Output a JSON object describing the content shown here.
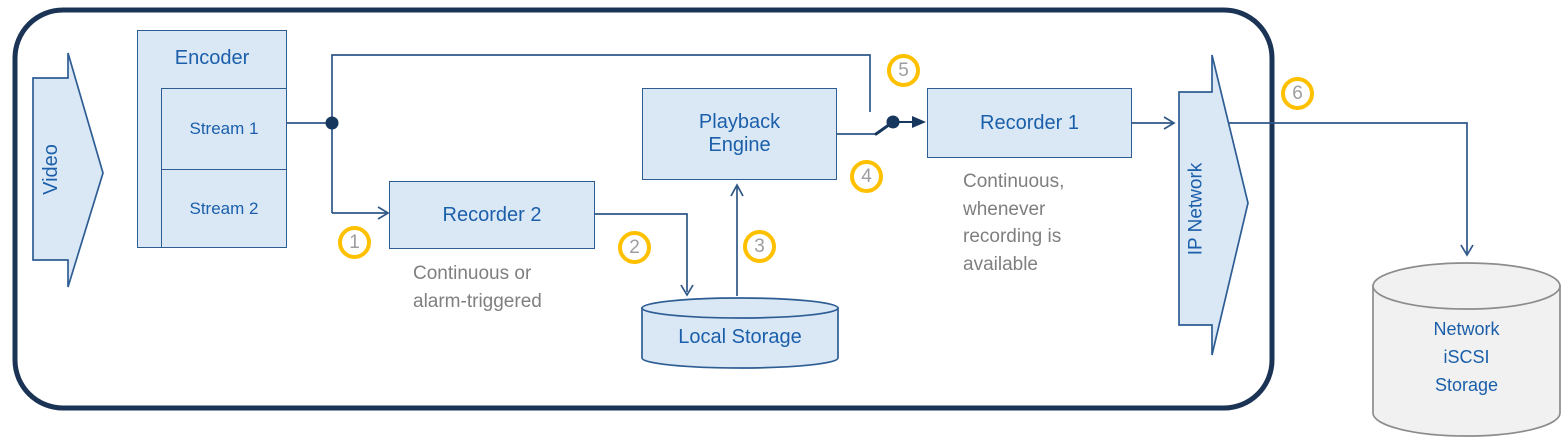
{
  "nodes": {
    "video": {
      "label": "Video"
    },
    "encoder": {
      "label": "Encoder",
      "streams": [
        "Stream 1",
        "Stream 2"
      ]
    },
    "recorder2": {
      "label": "Recorder 2",
      "caption": "Continuous or alarm-triggered"
    },
    "local_storage": {
      "label": "Local Storage"
    },
    "playback_engine": {
      "label": "Playback Engine"
    },
    "recorder1": {
      "label": "Recorder 1",
      "caption": "Continuous, whenever recording is available"
    },
    "ip_network": {
      "label": "IP Network"
    },
    "network_storage": {
      "label": "Network iSCSI Storage"
    }
  },
  "badges": [
    "1",
    "2",
    "3",
    "4",
    "5",
    "6"
  ],
  "colors": {
    "node_fill": "#DAE8F6",
    "node_border": "#2E5D94",
    "node_text": "#1B5FAA",
    "connector": "#2E5786",
    "junction": "#17375E",
    "boundary": "#1B3456",
    "badge_ring": "#FFC000",
    "badge_text": "#9E9EA2",
    "caption_text": "#7F7F7F",
    "network_storage_fill": "#F1F1F1",
    "network_storage_border": "#8C8C8C"
  }
}
